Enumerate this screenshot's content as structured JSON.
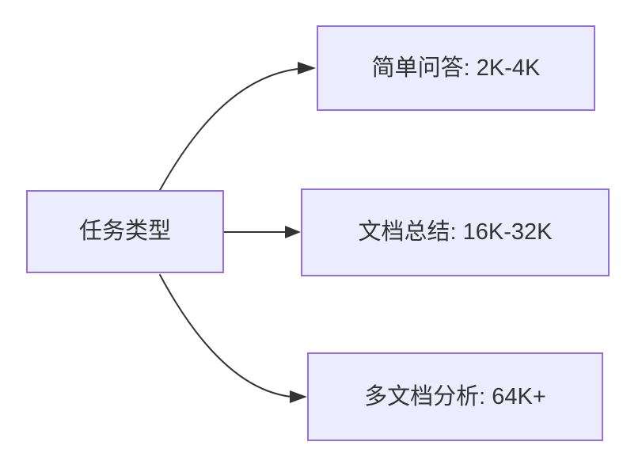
{
  "diagram": {
    "type": "flowchart",
    "direction": "left-to-right",
    "nodes": [
      {
        "id": "task-type",
        "label": "任务类型"
      },
      {
        "id": "simple-qa",
        "label": "简单问答: 2K-4K"
      },
      {
        "id": "doc-summary",
        "label": "文档总结: 16K-32K"
      },
      {
        "id": "multi-doc",
        "label": "多文档分析: 64K+"
      }
    ],
    "edges": [
      {
        "from": "task-type",
        "to": "simple-qa",
        "style": "curved",
        "arrow": "triangle"
      },
      {
        "from": "task-type",
        "to": "doc-summary",
        "style": "straight",
        "arrow": "triangle"
      },
      {
        "from": "task-type",
        "to": "multi-doc",
        "style": "curved",
        "arrow": "triangle"
      }
    ],
    "colors": {
      "node_fill": "#ECECFF",
      "node_border": "#9370DB",
      "edge_stroke": "#333333",
      "text": "#333333",
      "background": "#FFFFFF"
    }
  }
}
